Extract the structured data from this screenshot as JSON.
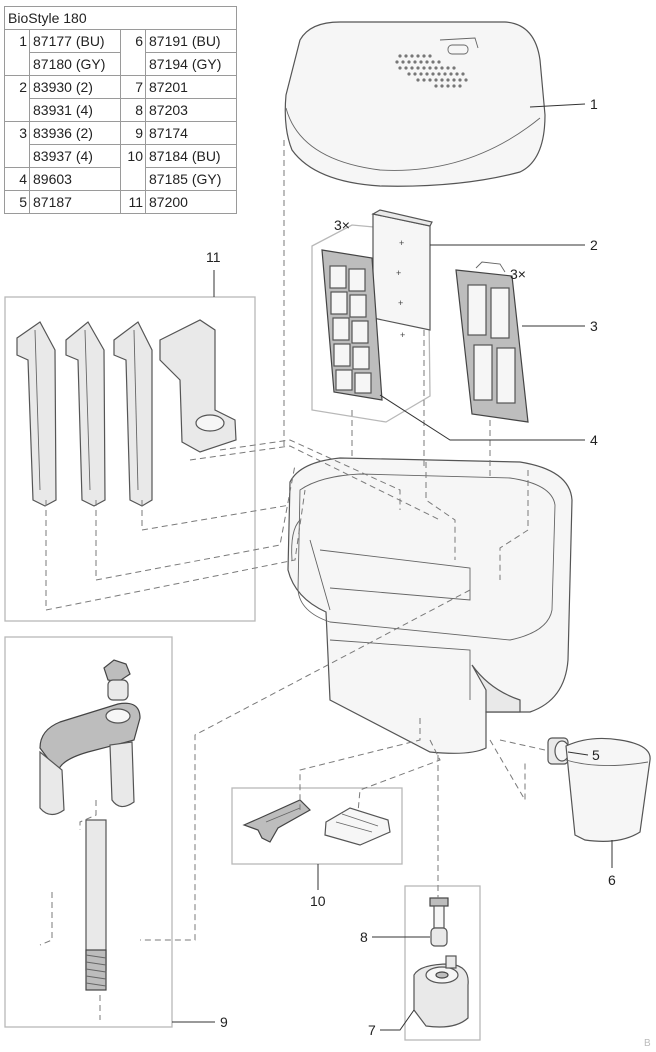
{
  "table": {
    "title": "BioStyle 180",
    "rows": [
      {
        "a_num": "1",
        "a_val": "87177 (BU)",
        "b_num": "6",
        "b_val": "87191 (BU)"
      },
      {
        "a_num": "",
        "a_val": "87180 (GY)",
        "b_num": "",
        "b_val": "87194 (GY)"
      },
      {
        "a_num": "2",
        "a_val": "83930 (2)",
        "b_num": "7",
        "b_val": "87201"
      },
      {
        "a_num": "",
        "a_val": "83931 (4)",
        "b_num": "8",
        "b_val": "87203"
      },
      {
        "a_num": "3",
        "a_val": "83936 (2)",
        "b_num": "9",
        "b_val": "87174"
      },
      {
        "a_num": "",
        "a_val": "83937 (4)",
        "b_num": "10",
        "b_val": "87184 (BU)"
      },
      {
        "a_num": "4",
        "a_val": "89603",
        "b_num": "",
        "b_val": "87185 (GY)"
      },
      {
        "a_num": "5",
        "a_val": "87187",
        "b_num": "11",
        "b_val": "87200"
      }
    ]
  },
  "callouts": {
    "c1": "1",
    "c2": "2",
    "c3": "3",
    "c4": "4",
    "c5": "5",
    "c6": "6",
    "c7": "7",
    "c8": "8",
    "c9": "9",
    "c10": "10",
    "c11": "11"
  },
  "quantities": {
    "q2": "3×",
    "q3": "3×"
  },
  "corner_mark": "B"
}
